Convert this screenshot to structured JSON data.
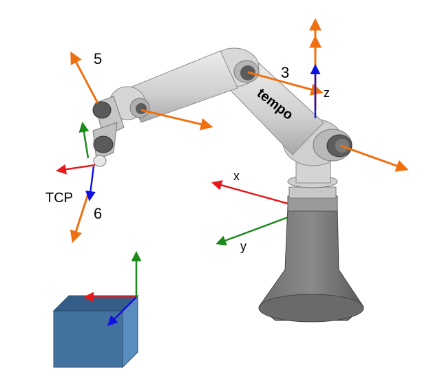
{
  "labels": {
    "joint_3": "3",
    "joint_5": "5",
    "joint_6": "6",
    "tcp": "TCP",
    "axis_x": "x",
    "axis_y": "y",
    "axis_z": "z",
    "brand": "tempo"
  },
  "colors": {
    "axis_x": "#e41a1c",
    "axis_y": "#1a8a1a",
    "axis_z": "#1010e0",
    "joint_axis": "#f07010",
    "robot_light": "#d6d6d6",
    "robot_mid": "#a8a8a8",
    "robot_dark": "#5a5a5a",
    "box_front": "#44729f",
    "box_top": "#345e88",
    "box_side": "#5b8cbf"
  }
}
